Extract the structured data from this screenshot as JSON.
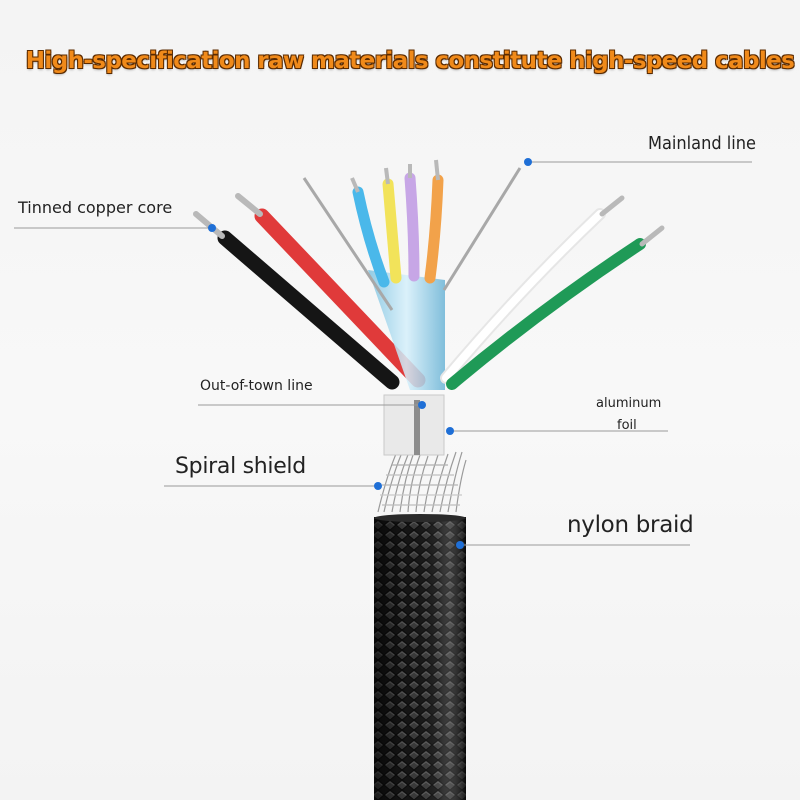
{
  "title": "High-specification raw materials constitute high-speed cables",
  "labels": {
    "mainland_line": "Mainland line",
    "tinned_copper_core": "Tinned copper core",
    "out_of_town_line": "Out-of-town line",
    "aluminum_line1": "aluminum",
    "aluminum_line2": "foil",
    "spiral_shield": "Spiral shield",
    "nylon_braid": "nylon braid"
  },
  "colors": {
    "title_fill": "#f08a1a",
    "title_outline": "#5a2a00",
    "marker": "#1f6fd6",
    "leader": "#9a9a9a",
    "braid": "#1a1a1a",
    "wire_black": "#151515",
    "wire_red": "#e03a3a",
    "wire_blue": "#4ab8ea",
    "wire_yellow": "#f2e35a",
    "wire_purple": "#c7a6e6",
    "wire_orange": "#f2a24a",
    "wire_white": "#f2f2f2",
    "wire_green": "#1f9a57",
    "foil": "#9fd4ec"
  }
}
